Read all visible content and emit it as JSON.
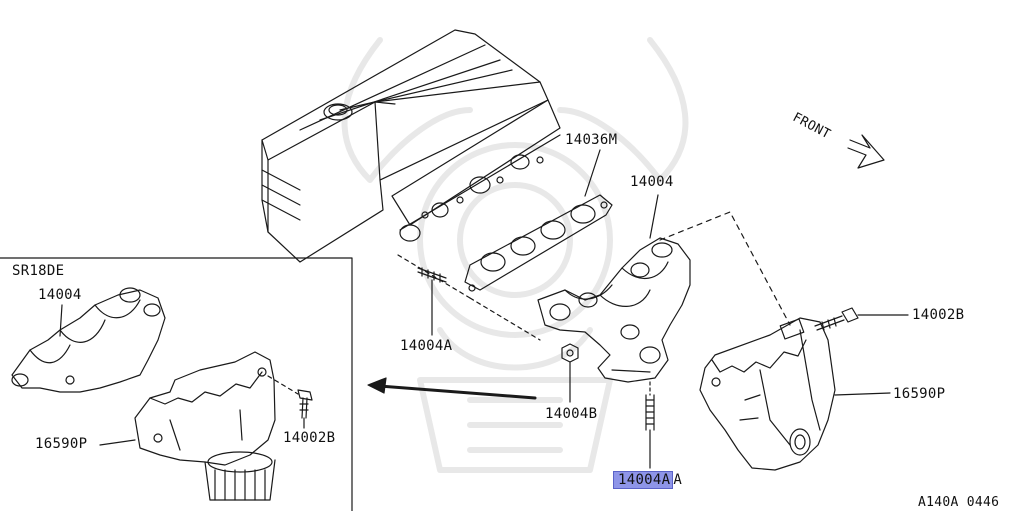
{
  "diagram": {
    "inset_title": "SR18DE",
    "figure_code": "A140A 0446",
    "front_label": "FRONT",
    "labels": {
      "gasket": "14036M",
      "manifold": "14004",
      "stud_left": "14004A",
      "nut": "14004B",
      "bolt": "14002B",
      "heat_shield": "16590P",
      "selected_prefix": "14004A",
      "selected_suffix": "A",
      "inset_manifold": "14004",
      "inset_heat_shield": "16590P",
      "inset_bolt": "14002B"
    }
  }
}
